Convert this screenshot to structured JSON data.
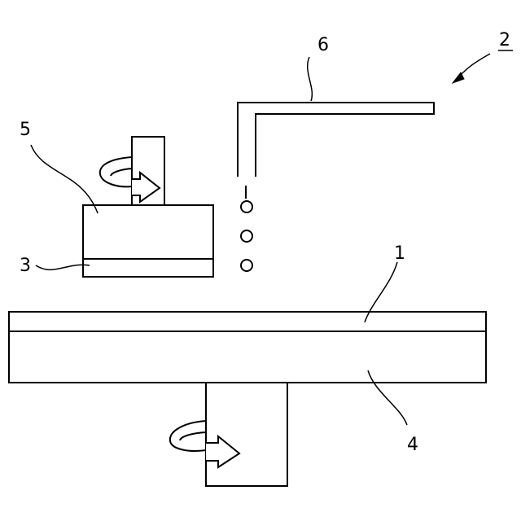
{
  "labels": {
    "wafer": "1",
    "apparatus": "2",
    "pad": "3",
    "table": "4",
    "head": "5",
    "nozzle": "6"
  }
}
